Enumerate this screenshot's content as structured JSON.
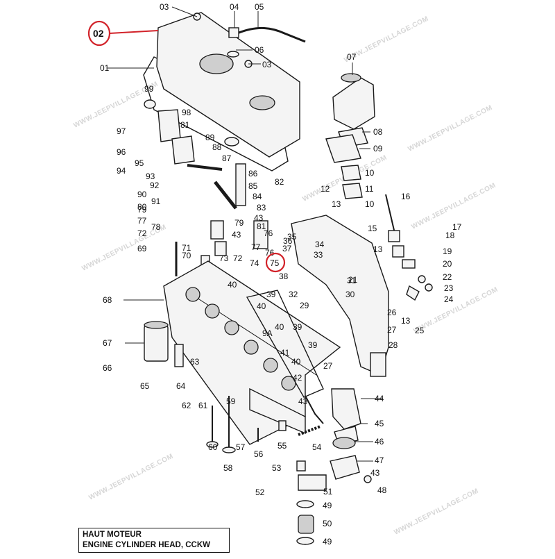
{
  "watermark": "WWW.JEEPVILLAGE.COM",
  "caption": {
    "line1": "HAUT MOTEUR",
    "line2": "ENGINE CYLINDER HEAD, CCKW"
  },
  "highlight": {
    "color": "#d2232a",
    "labels": [
      "02",
      "75"
    ]
  },
  "callouts": [
    "01",
    "03",
    "03",
    "04",
    "05",
    "06",
    "07",
    "08",
    "09",
    "10",
    "10",
    "11",
    "12",
    "13",
    "13",
    "13",
    "15",
    "16",
    "17",
    "18",
    "19",
    "20",
    "21",
    "22",
    "23",
    "24",
    "25",
    "26",
    "27",
    "27",
    "28",
    "29",
    "30",
    "31",
    "32",
    "33",
    "34",
    "35",
    "36",
    "37",
    "38",
    "39",
    "39",
    "39",
    "40",
    "40",
    "40",
    "40",
    "41",
    "42",
    "43",
    "43",
    "43",
    "43",
    "44",
    "45",
    "46",
    "47",
    "48",
    "49",
    "49",
    "50",
    "51",
    "52",
    "53",
    "54",
    "55",
    "56",
    "57",
    "58",
    "59",
    "60",
    "61",
    "62",
    "63",
    "64",
    "65",
    "66",
    "67",
    "68",
    "69",
    "70",
    "71",
    "72",
    "72",
    "73",
    "74",
    "76",
    "76",
    "77",
    "77",
    "78",
    "79",
    "79",
    "80",
    "81",
    "81",
    "82",
    "83",
    "84",
    "85",
    "86",
    "87",
    "88",
    "89",
    "90",
    "91",
    "92",
    "93",
    "94",
    "95",
    "96",
    "97",
    "98",
    "99",
    "9A"
  ]
}
